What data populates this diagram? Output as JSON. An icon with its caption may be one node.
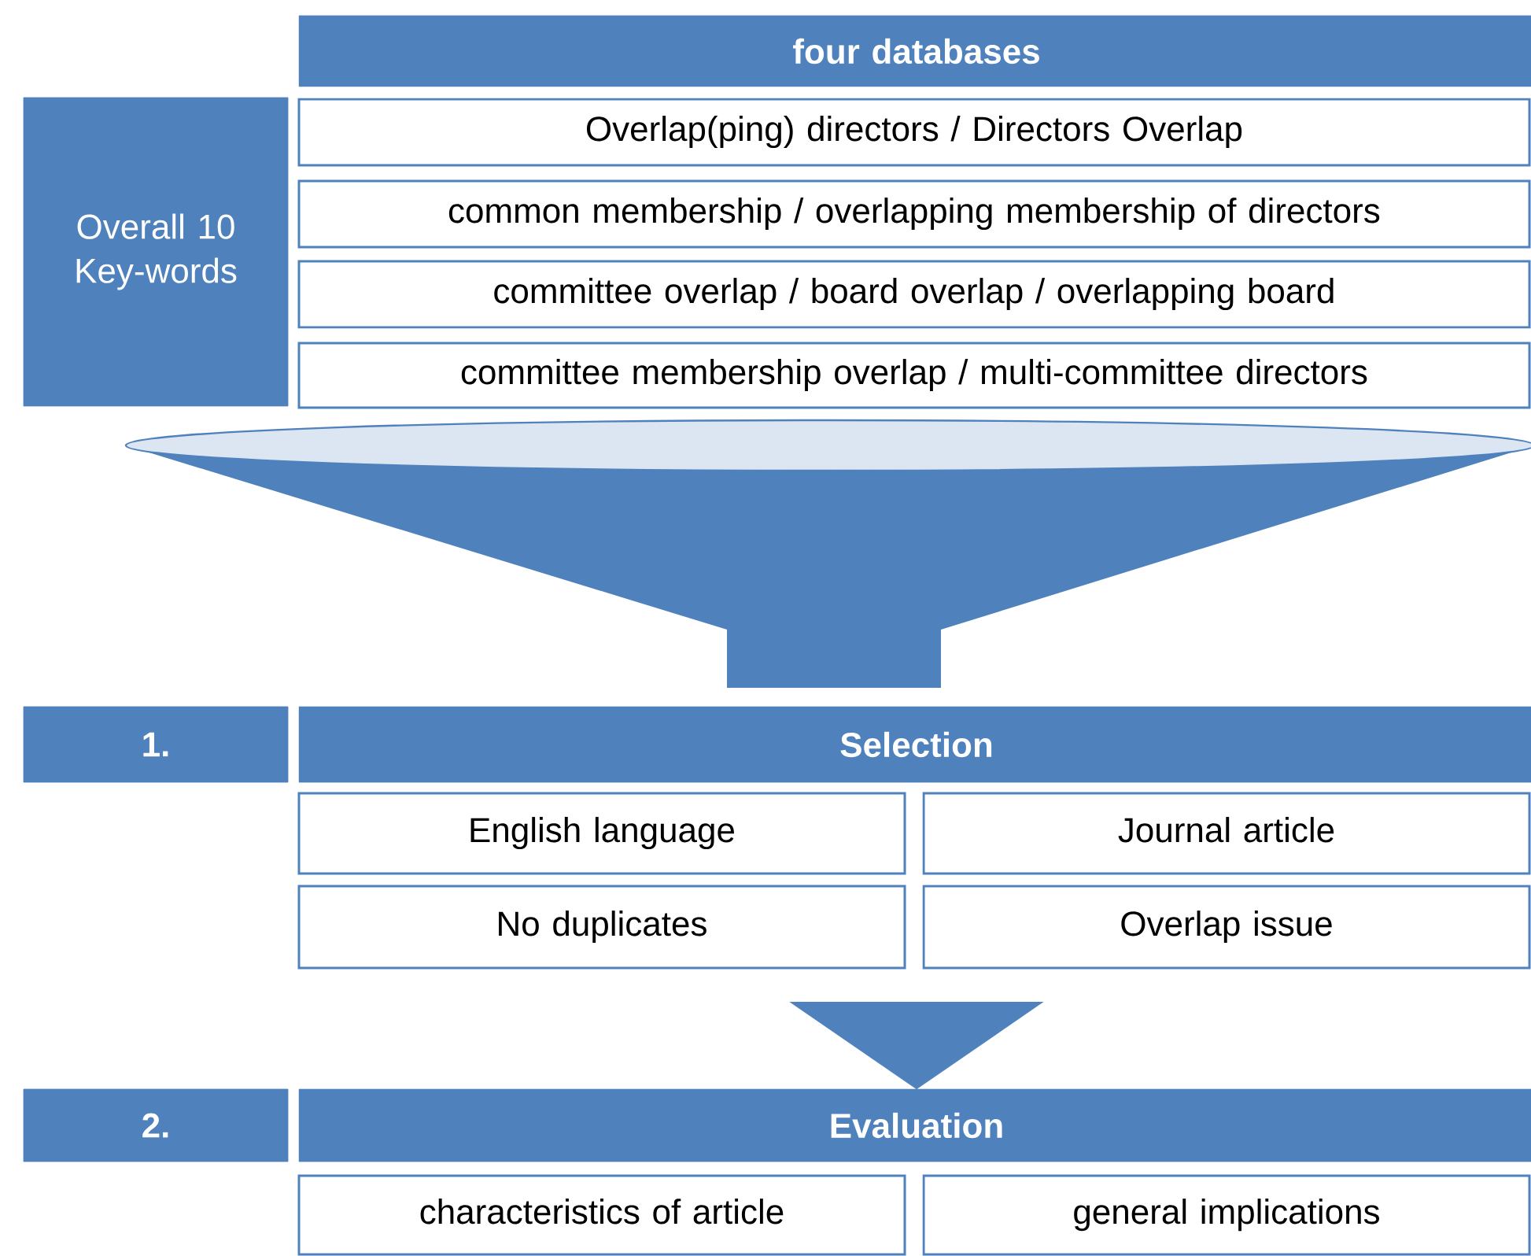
{
  "diagram": {
    "nodes": [
      {
        "text": [
          "four databases"
        ]
      },
      {
        "text": [
          "Overall 10 Key-words"
        ]
      },
      {
        "text": [
          "Overlap(ping) directors / Directors Overlap"
        ]
      },
      {
        "text": [
          "common membership / overlapping membership of directors"
        ]
      },
      {
        "text": [
          "committee overlap / board overlap / overlapping board"
        ]
      },
      {
        "text": [
          "committee membership overlap / multi-committee directors"
        ]
      },
      {
        "text": [],
        "shape": "funnel"
      },
      {
        "text": [
          "1."
        ]
      },
      {
        "text": [
          "Selection"
        ]
      },
      {
        "text": [
          "English language"
        ]
      },
      {
        "text": [
          "Journal article"
        ]
      },
      {
        "text": [
          "No duplicates"
        ]
      },
      {
        "text": [
          "Overlap issue"
        ]
      },
      {
        "text": [
          "2."
        ]
      },
      {
        "text": [
          "Evaluation"
        ]
      },
      {
        "text": [
          "characteristics of article"
        ]
      },
      {
        "text": [
          "general implications"
        ]
      }
    ],
    "edges": [
      {
        "from": null,
        "to": 14,
        "arrow": "to"
      }
    ]
  }
}
